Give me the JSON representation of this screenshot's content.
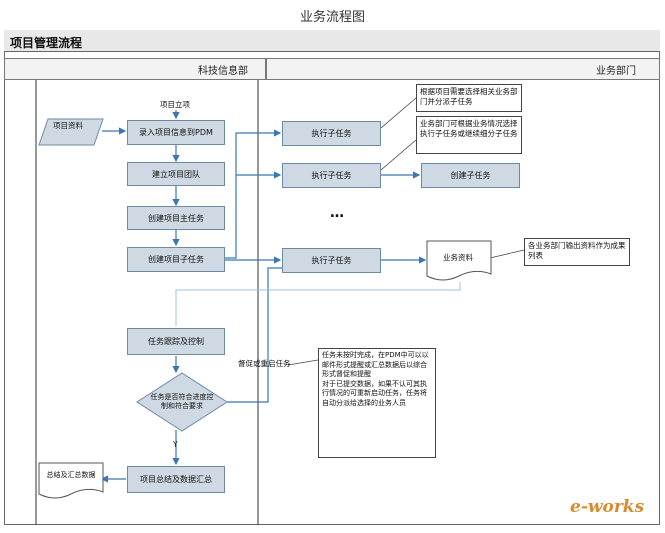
{
  "page_title": "业务流程图",
  "section_title": "项目管理流程",
  "lanes": {
    "left": "科技信息部",
    "right": "业务部门"
  },
  "nodes": {
    "start_label": "项目立项",
    "input_doc": "项目资料",
    "enter_pdm": "录入项目信息到PDM",
    "build_team": "建立项目团队",
    "create_main_task": "创建项目主任务",
    "create_sub_task": "创建项目子任务",
    "exec_sub_1": "执行子任务",
    "exec_sub_2": "执行子任务",
    "exec_sub_3": "执行子任务",
    "create_child_task": "创建子任务",
    "ellipsis": "…",
    "biz_doc": "业务资料",
    "track_control": "任务跟踪及控制",
    "decision": "任务是否符合进度控制和符合要求",
    "decision_no": "督促或重启任务",
    "decision_yes": "Y",
    "summary": "项目总结及数据汇总",
    "report_doc": "总结及汇总数据"
  },
  "notes": {
    "note1": "根据项目需要选择相关业务部门并分派子任务",
    "note2": "业务部门可根据业务情况选择执行子任务或继续细分子任务",
    "note3": "各业务部门输出资料作为成果列表",
    "note4": "任务未按时完成，在PDM中可以以邮件形式提醒或汇总数据后以综合形式督促和提醒\n对于已提交数据，如果不认可其执行情况的可重新启动任务，任务将自动分派给选择的业务人员"
  },
  "watermark": "e-works"
}
